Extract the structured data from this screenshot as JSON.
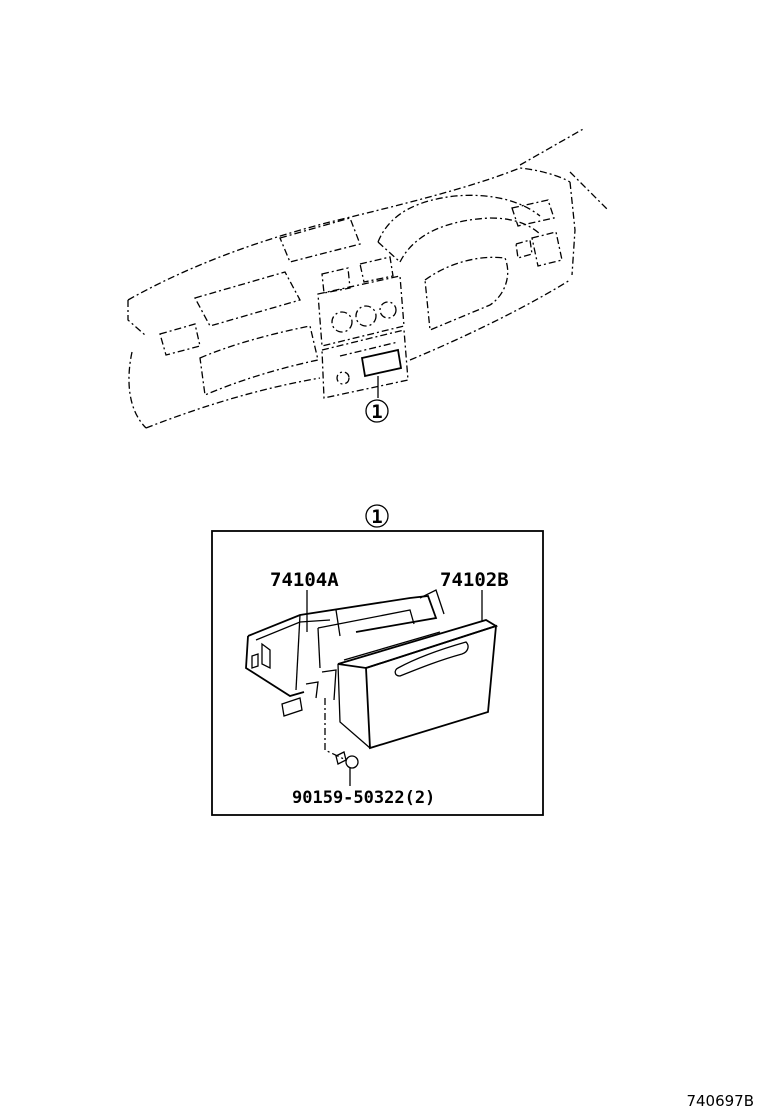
{
  "callout_ref": "1",
  "detail": {
    "callout": "1",
    "parts": [
      {
        "part_no": "74104A"
      },
      {
        "part_no": "74102B"
      },
      {
        "part_no": "90159-50322(2)"
      }
    ]
  },
  "figure_id": "740697B"
}
